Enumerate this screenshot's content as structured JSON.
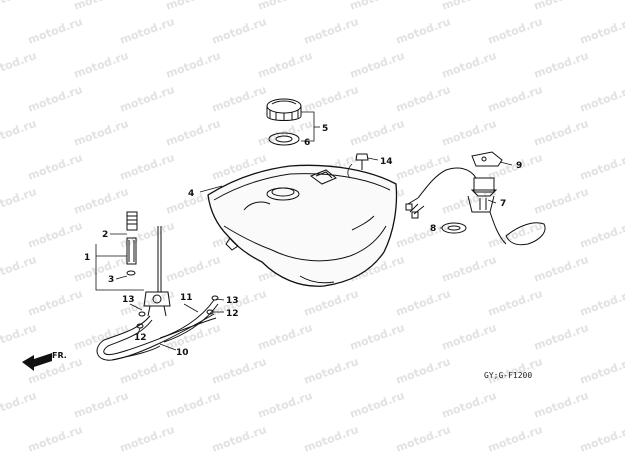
{
  "watermark": "motod.ru",
  "diagram_code": "GY;G-F1200",
  "front_label": "FR.",
  "callouts": {
    "c1": "1",
    "c2": "2",
    "c3": "3",
    "c4": "4",
    "c5": "5",
    "c6": "6",
    "c7": "7",
    "c8": "8",
    "c9": "9",
    "c10": "10",
    "c11": "11",
    "c12a": "12",
    "c12b": "12",
    "c13a": "13",
    "c13b": "13",
    "c14": "14"
  }
}
